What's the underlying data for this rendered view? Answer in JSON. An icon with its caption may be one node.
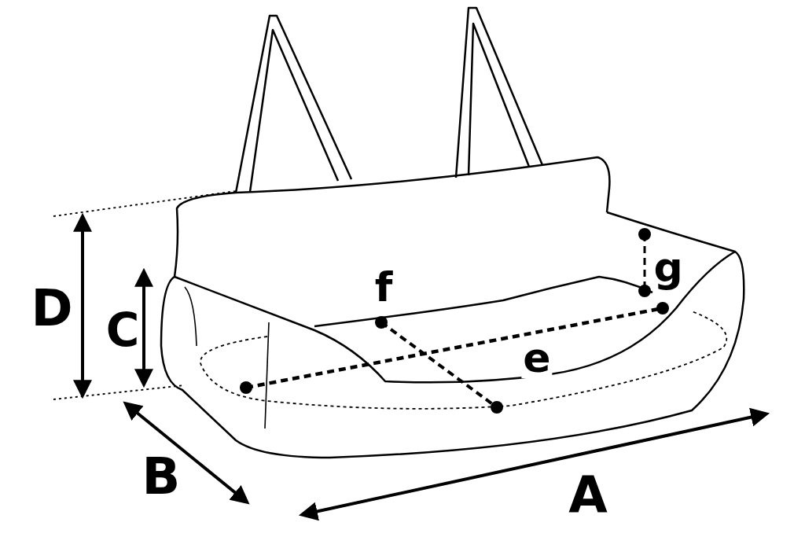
{
  "diagram": {
    "labels": [
      "D",
      "C",
      "f",
      "g",
      "e",
      "B",
      "A"
    ]
  }
}
